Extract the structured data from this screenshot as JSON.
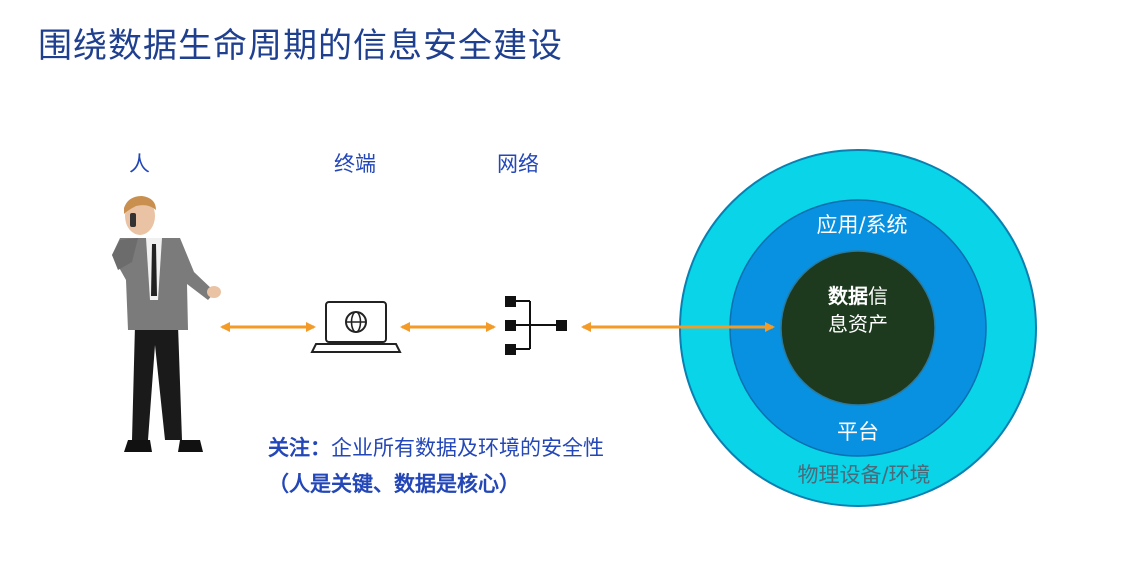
{
  "title": "围绕数据生命周期的信息安全建设",
  "labels": {
    "person": "人",
    "terminal": "终端",
    "network": "网络"
  },
  "focus": {
    "prefix": "关注：",
    "text": "企业所有数据及环境的安全性",
    "note": "（人是关键、数据是核心）"
  },
  "rings": {
    "outer": "物理设备/环境",
    "middle_top": "应用/系统",
    "middle_bottom": "平台",
    "core_line1_bold": "数据",
    "core_line1_rest": "信",
    "core_line2": "息资产"
  },
  "icons": [
    "person-photo",
    "laptop-globe-icon",
    "network-topology-icon"
  ],
  "colors": {
    "title": "#1f3f8f",
    "label": "#2447b8",
    "arrow": "#f39a27",
    "outer_ring": "#0ad4e8",
    "middle_ring": "#0891e0",
    "core": "#1e3a1e",
    "outer_text": "#4a6a7a"
  }
}
